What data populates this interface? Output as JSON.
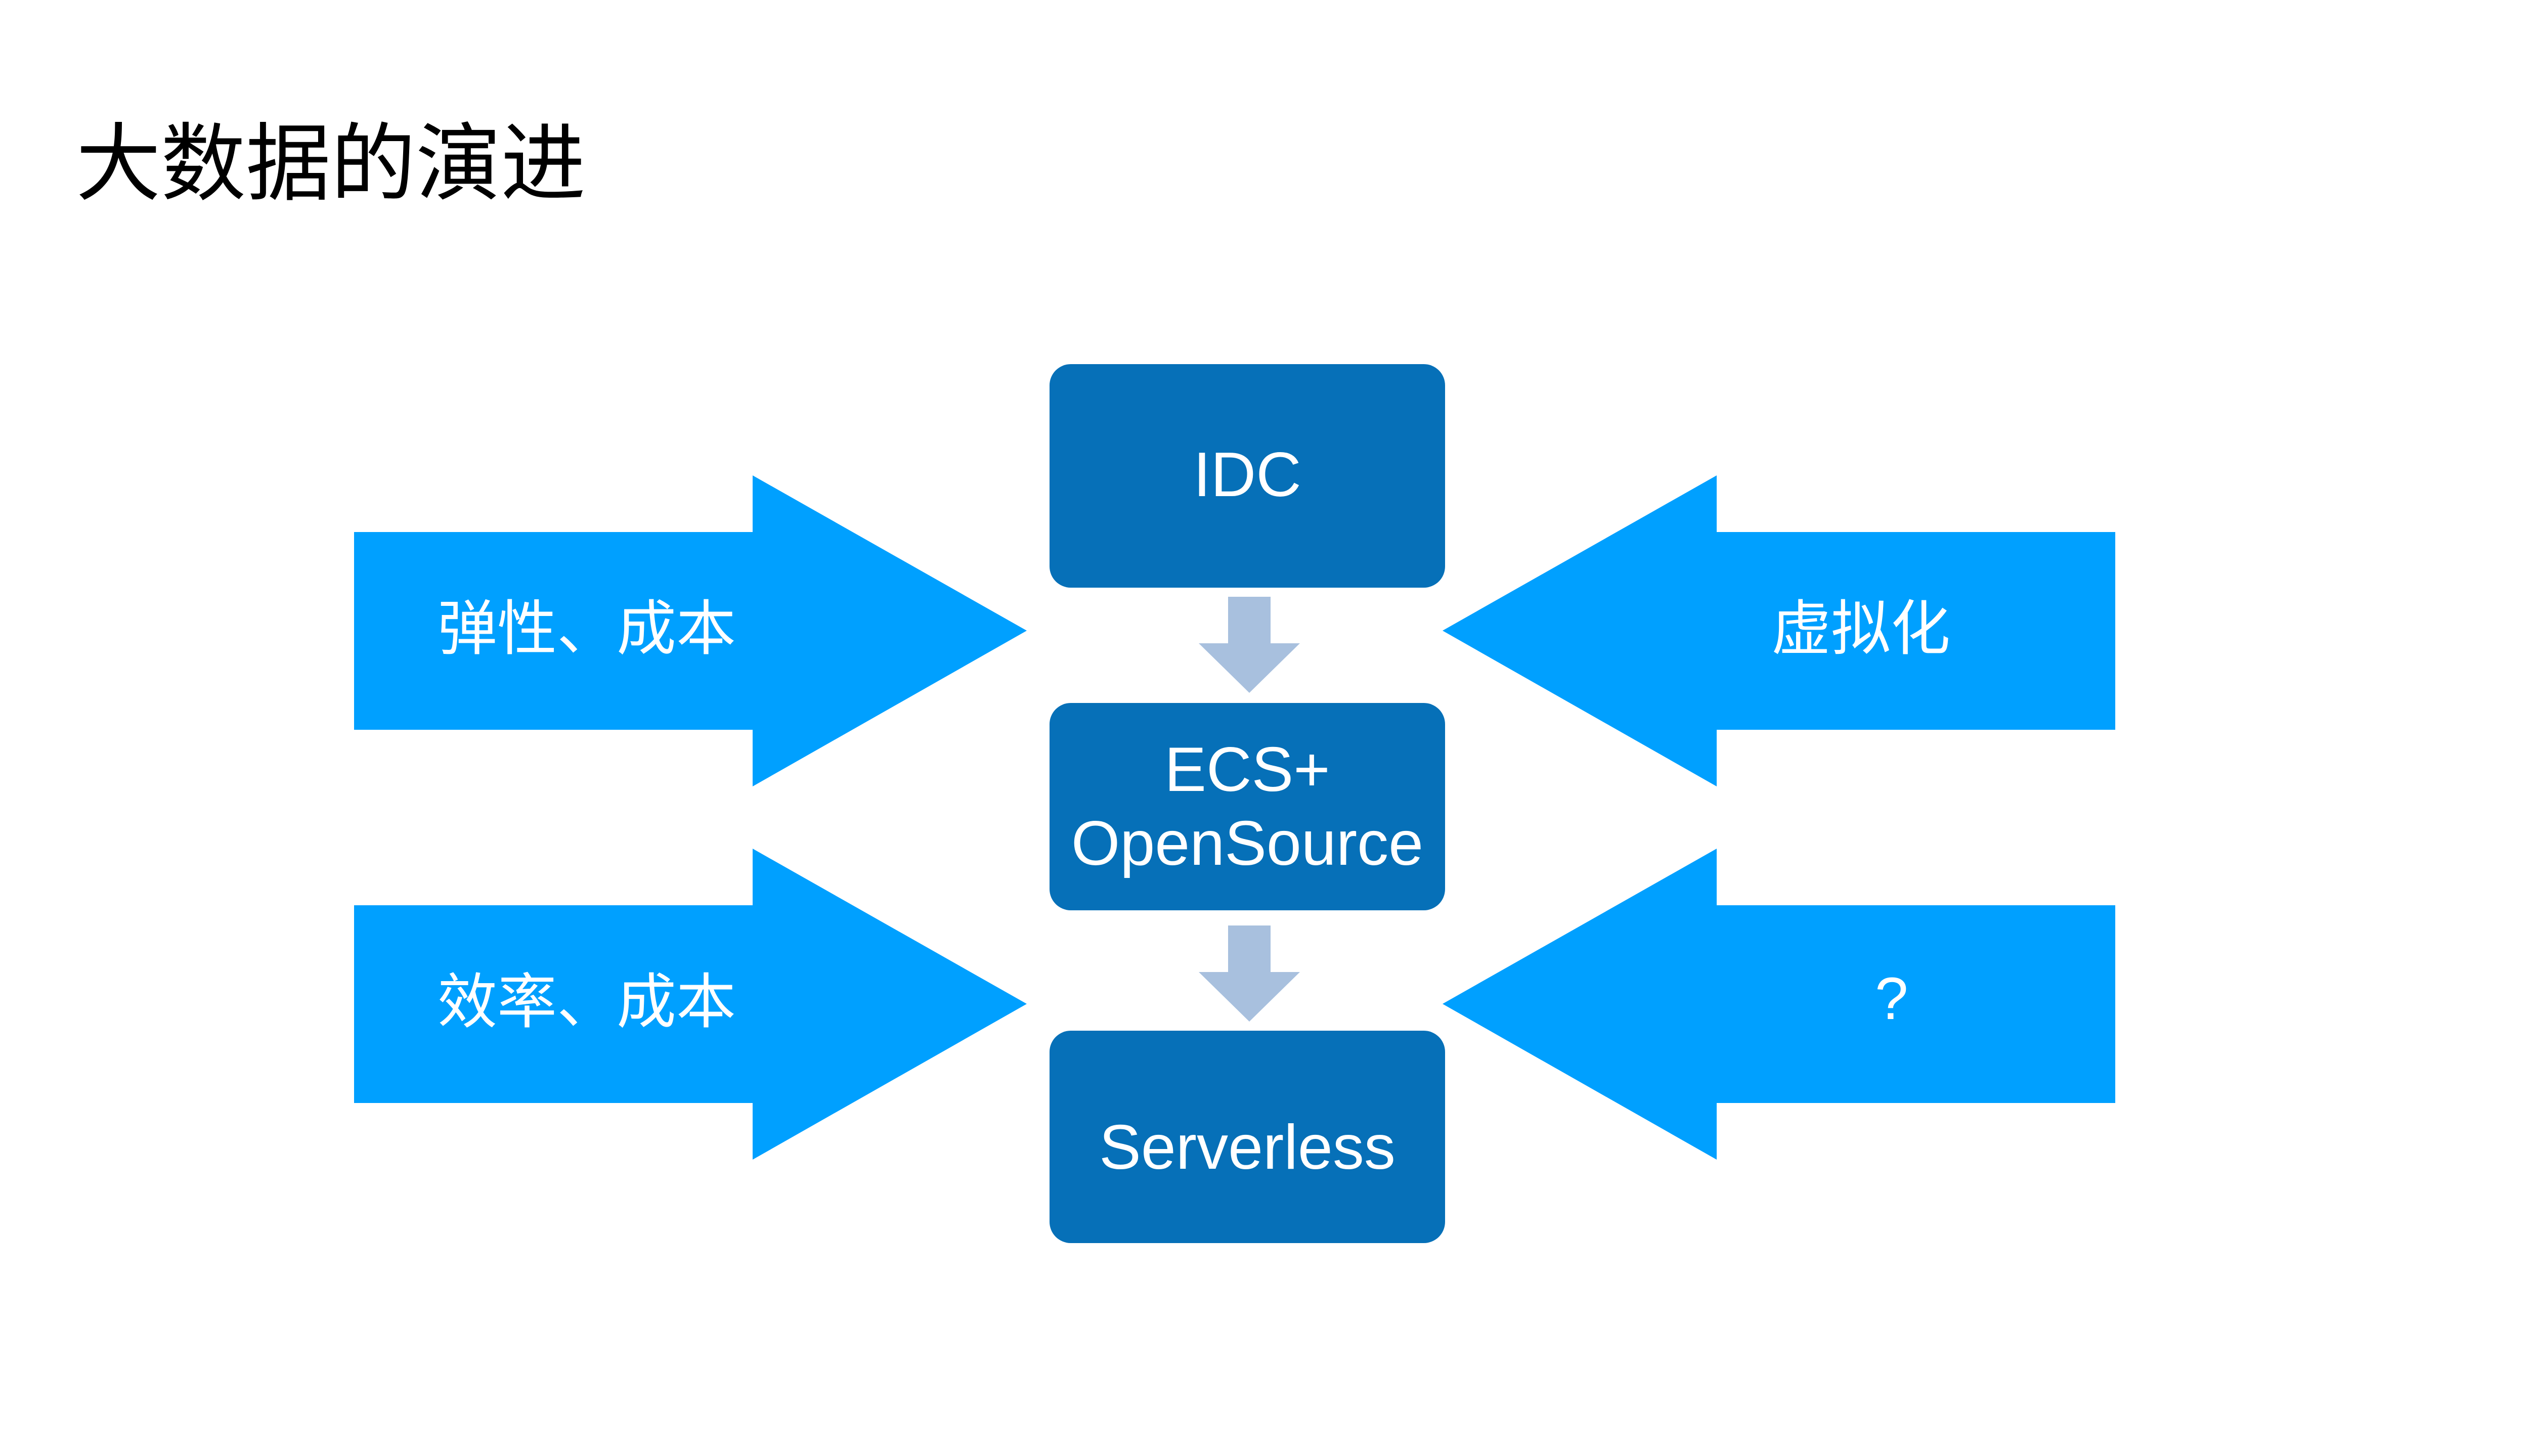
{
  "slide": {
    "title": "大数据的演进",
    "background_color": "#FFFFFF"
  },
  "colors": {
    "stage_box": "#0670B8",
    "driver_arrow": "#00A0FF",
    "connector_arrow": "#A8C0DE",
    "label_text": "#FFFFFF",
    "title_text": "#000000"
  },
  "diagram": {
    "type": "evolution-flow",
    "stages": [
      {
        "id": "idc",
        "label": "IDC"
      },
      {
        "id": "ecs",
        "label": "ECS+\nOpenSource"
      },
      {
        "id": "serverless",
        "label": "Serverless"
      }
    ],
    "connectors": [
      {
        "id": "connector-1",
        "from": "idc",
        "to": "ecs",
        "icon": "down-arrow-icon"
      },
      {
        "id": "connector-2",
        "from": "ecs",
        "to": "serverless",
        "icon": "down-arrow-icon"
      }
    ],
    "drivers_left": [
      {
        "id": "left-1",
        "label": "弹性、成本",
        "direction": "right",
        "targets": "ecs"
      },
      {
        "id": "left-2",
        "label": "效率、成本",
        "direction": "right",
        "targets": "serverless"
      }
    ],
    "drivers_right": [
      {
        "id": "right-1",
        "label": "虚拟化",
        "direction": "left",
        "targets": "ecs"
      },
      {
        "id": "right-2",
        "label": "?",
        "direction": "left",
        "targets": "serverless"
      }
    ]
  }
}
